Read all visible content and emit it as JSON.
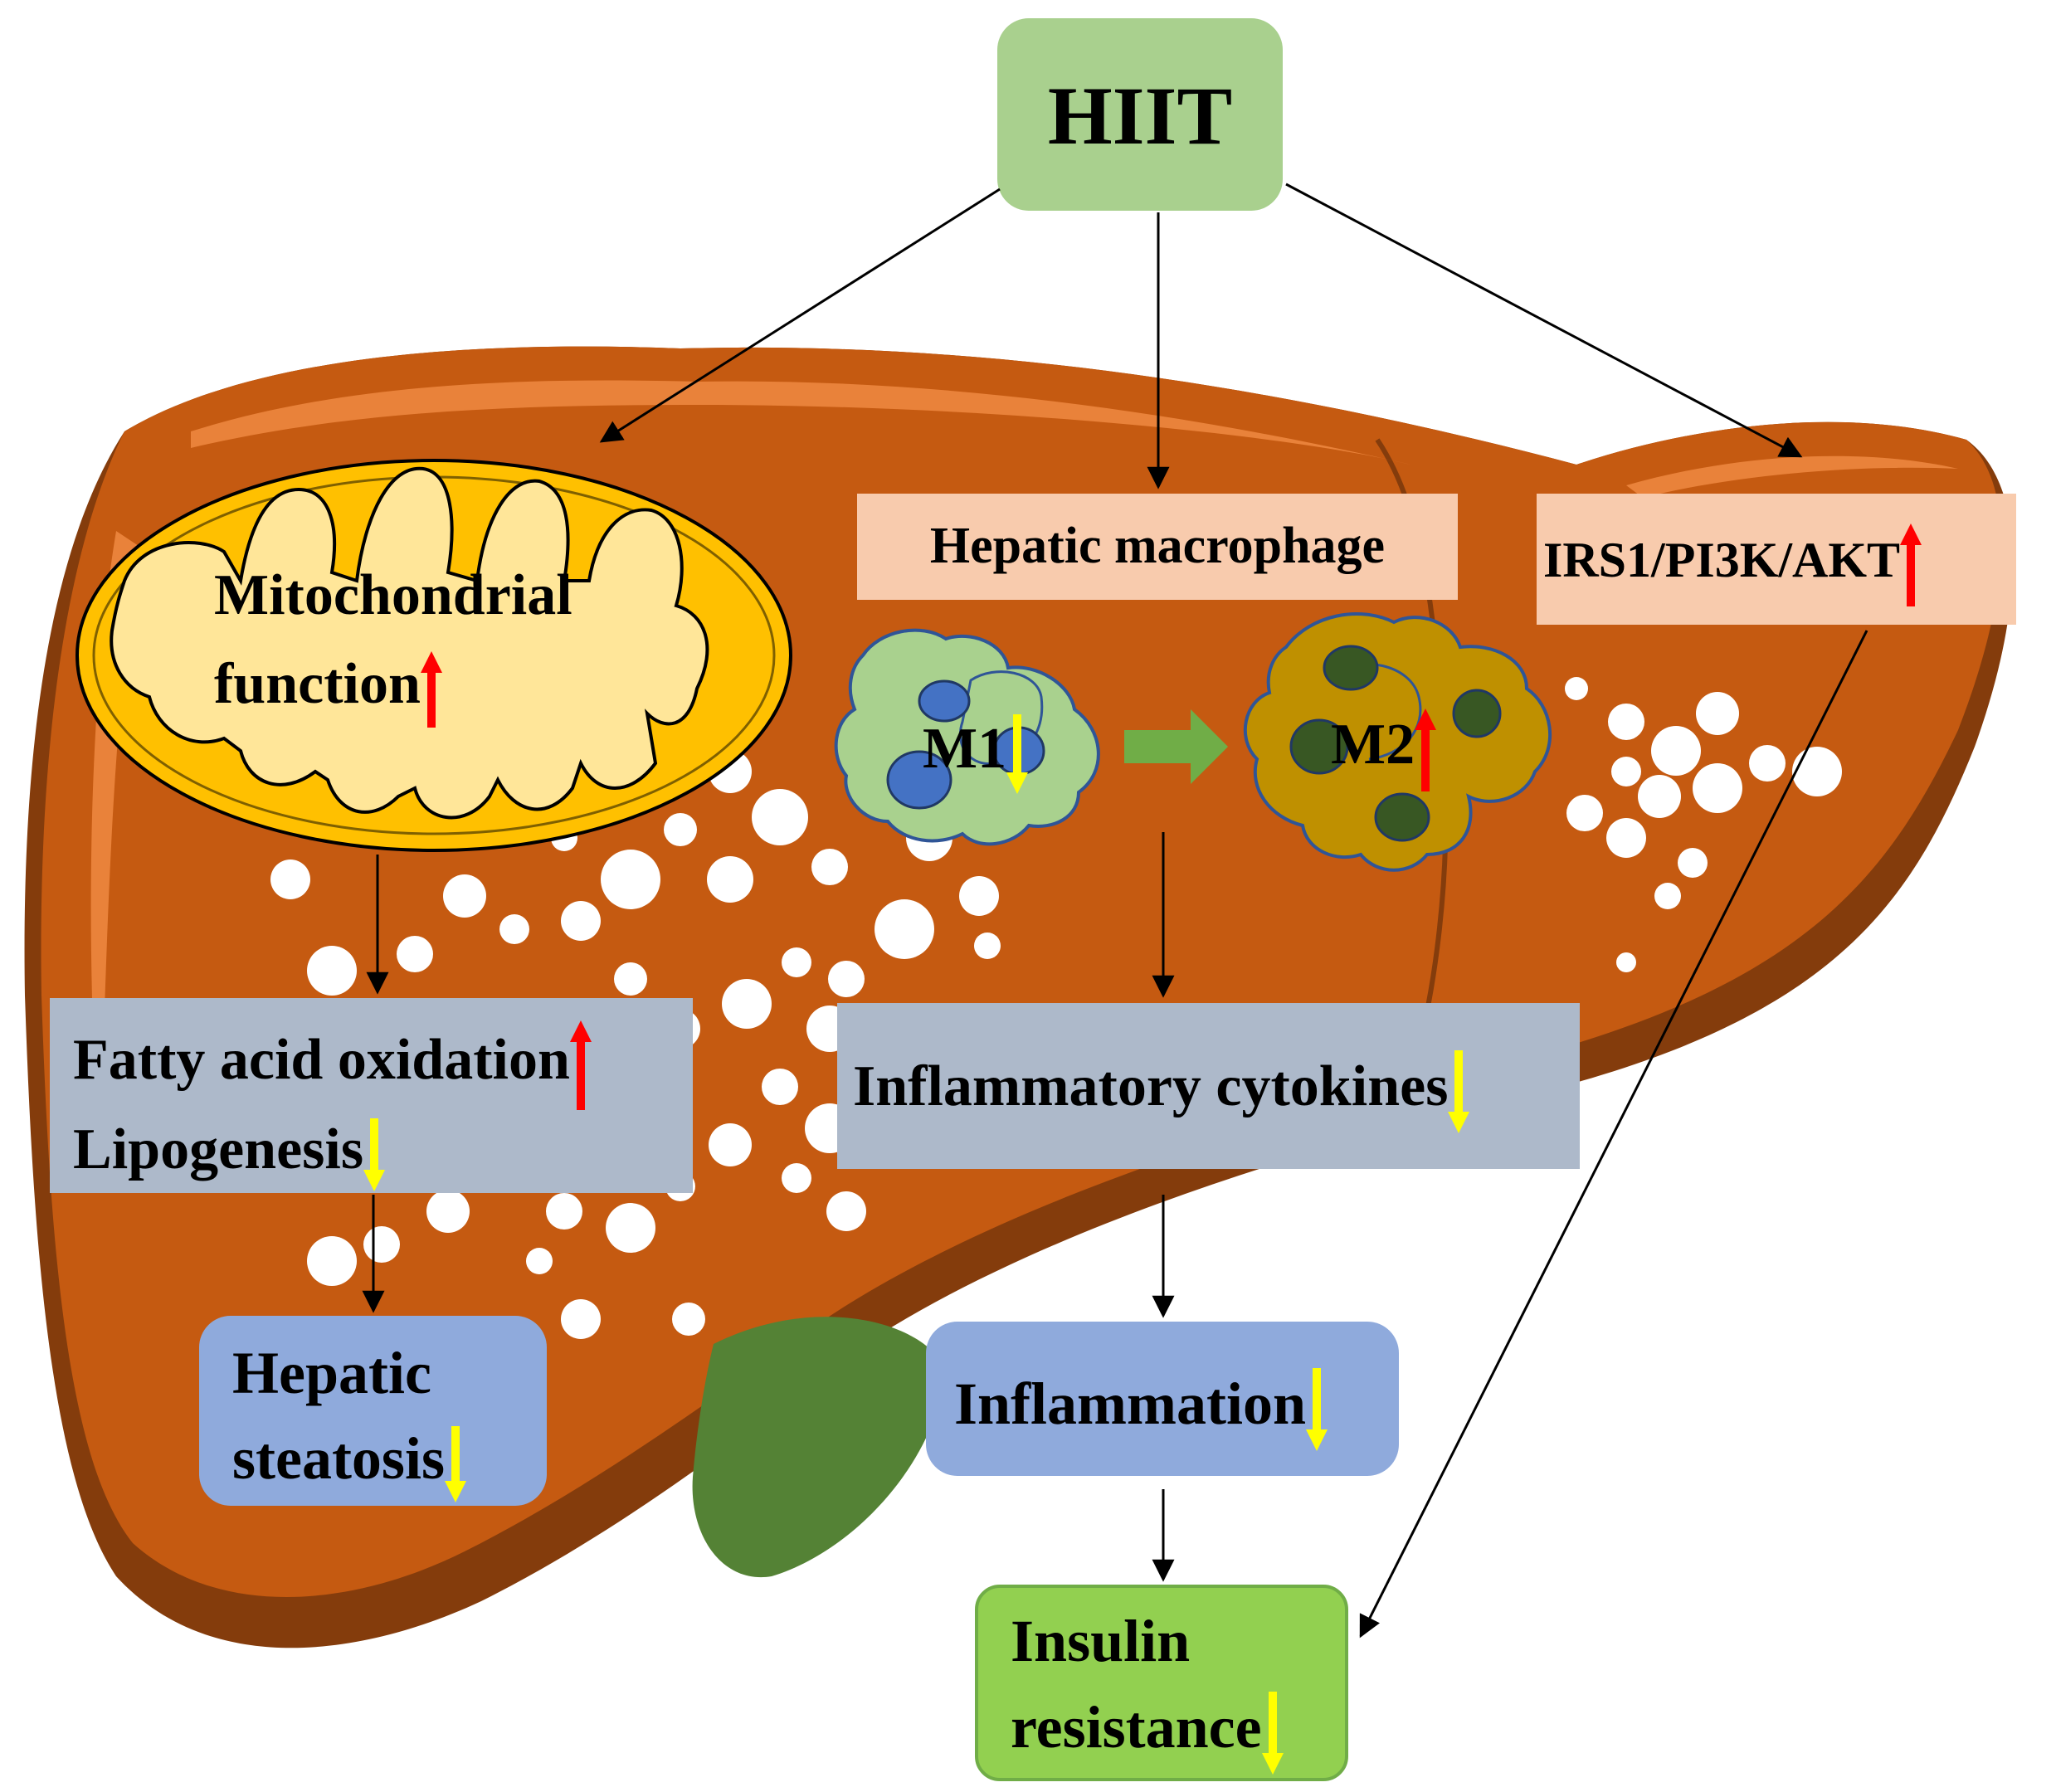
{
  "nodes": {
    "hiit": {
      "label": "HIIT"
    },
    "mito": {
      "line1": "Mitochondrial",
      "line2": "function"
    },
    "macrophage": {
      "label": "Hepatic macrophage"
    },
    "m1": {
      "label": "M1"
    },
    "m2": {
      "label": "M2"
    },
    "irs": {
      "label": "IRS1/PI3K/AKT"
    },
    "fao": {
      "line1": "Fatty acid oxidation",
      "line2": "Lipogenesis"
    },
    "cytokines": {
      "label": "Inflammatory cytokines"
    },
    "steatosis": {
      "line1": "Hepatic",
      "line2": "steatosis"
    },
    "inflammation": {
      "label": "Inflammation"
    },
    "insulin": {
      "line1": "Insulin",
      "line2": "resistance"
    }
  },
  "indicators": {
    "mito": "up",
    "m1": "down",
    "m2": "up",
    "irs": "up",
    "fatty_acid_oxidation": "up",
    "lipogenesis": "down",
    "cytokines": "down",
    "steatosis": "down",
    "inflammation": "down",
    "insulin": "down"
  },
  "colors": {
    "liver": "#c55a11",
    "liver_dark": "#843c0c",
    "liver_light": "#e9823a",
    "gallbladder": "#548235",
    "hiit_box": "#a9d08e",
    "salmon_box": "#f8cbad",
    "gray_box": "#adb9ca",
    "blue_box": "#8faadc",
    "green_box": "#92d050",
    "mito_outer": "#ffc000",
    "mito_inner": "#ffe699",
    "m1_cell": "#a9d18e",
    "m1_nucleus": "#4472c4",
    "m2_cell": "#bf9000",
    "m2_nucleus": "#385723",
    "up_arrow": "#ff0000",
    "down_arrow": "#ffff00",
    "polarization_arrow": "#70ad47"
  }
}
